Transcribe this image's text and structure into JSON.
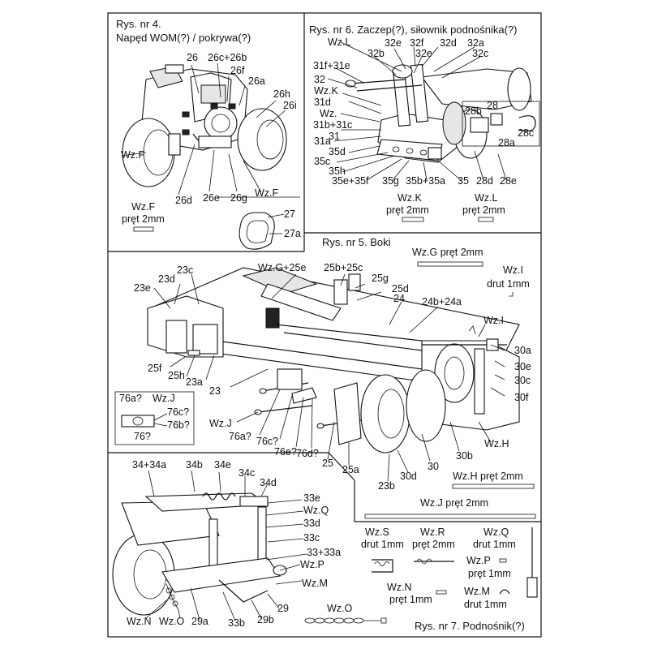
{
  "panels": {
    "p4": {
      "title1": "Rys. nr 4.",
      "title2": "Napęd WOM(?) / pokrywa(?)",
      "labels": [
        "26",
        "26c+26b",
        "26f",
        "26a",
        "26h",
        "26i",
        "26d",
        "26e",
        "26g",
        "Wz.F",
        "27",
        "27a"
      ],
      "wire": [
        "Wz.F",
        "pręt 2mm"
      ]
    },
    "p6": {
      "title": "Rys. nr 6. Zaczep(?), siłownik podnośnika(?)",
      "labels": [
        "Wz.L",
        "32e",
        "32f",
        "32d",
        "32a",
        "32b",
        "32e",
        "32c",
        "31f+31e",
        "32",
        "Wz.K",
        "31d",
        "Wz.",
        "31b+31c",
        "31",
        "31a",
        "35d",
        "35c",
        "35h",
        "35e+35f",
        "35g",
        "35b+35a",
        "35",
        "28d",
        "28e",
        "28b",
        "28",
        "28c",
        "28a"
      ],
      "wire_k": [
        "Wz.K",
        "pręt 2mm"
      ],
      "wire_l": [
        "Wz.L",
        "pręt 2mm"
      ]
    },
    "p5": {
      "title": "Rys. nr 5. Boki",
      "wire_g": "Wz.G pręt 2mm",
      "wire_i": [
        "Wz.I",
        "drut 1mm"
      ],
      "labels": [
        "Wz.G+25e",
        "25b+25c",
        "25g",
        "25d",
        "23c",
        "23d",
        "23e",
        "24",
        "24b+24a",
        "Wz.I",
        "30a",
        "30e",
        "30c",
        "30f",
        "25f",
        "25h",
        "23a",
        "23",
        "Wz.J",
        "76a?",
        "76c?",
        "76e?",
        "76d?",
        "25",
        "25a",
        "30d",
        "23b",
        "30",
        "30b",
        "Wz.H"
      ],
      "inset": [
        "76a?",
        "Wz.J",
        "76c?",
        "76b?",
        "76?"
      ],
      "wire_h": "Wz.H pręt 2mm",
      "wire_j": "Wz.J pręt 2mm"
    },
    "p7": {
      "title": "Rys. nr 7. Podnośnik(?)",
      "labels": [
        "34+34a",
        "34b",
        "34e",
        "34c",
        "34d",
        "33e",
        "Wz.Q",
        "33d",
        "33c",
        "33+33a",
        "Wz.P",
        "Wz.M",
        "Wz.N",
        "Wz.O",
        "29a",
        "33b",
        "29b",
        "29"
      ],
      "wires": {
        "s": [
          "Wz.S",
          "drut 1mm"
        ],
        "r": [
          "Wz.R",
          "pręt 2mm"
        ],
        "q": [
          "Wz.Q",
          "drut 1mm"
        ],
        "p": [
          "Wz.P",
          "pręt 1mm"
        ],
        "n": [
          "Wz.N",
          "pręt 1mm"
        ],
        "m": [
          "Wz.M",
          "drut 1mm"
        ],
        "o": "Wz.O"
      }
    }
  }
}
